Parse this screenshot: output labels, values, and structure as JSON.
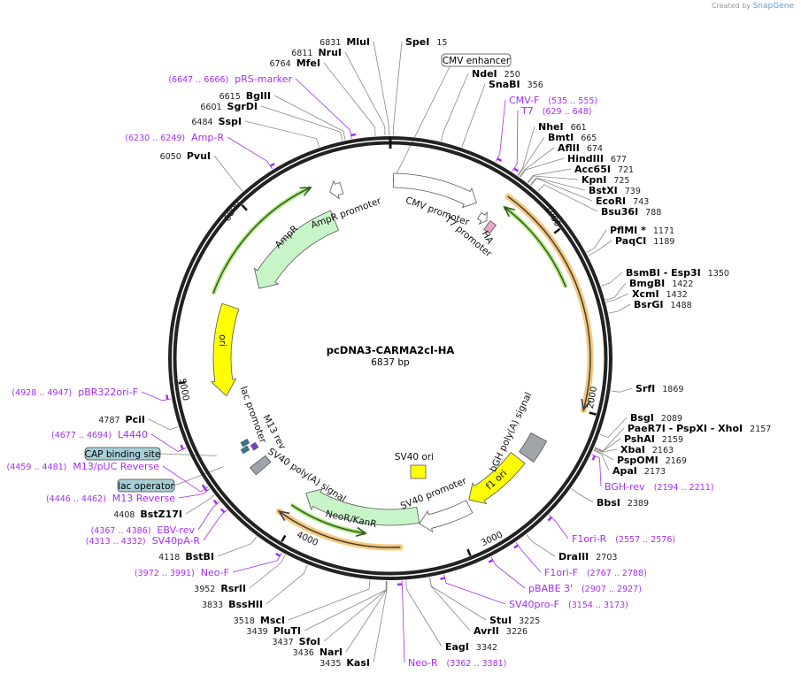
{
  "credit": {
    "prefix": "Created by",
    "brand": "SnapGene"
  },
  "plasmid": {
    "name": "pcDNA3-CARMA2cl-HA",
    "length": "6837 bp",
    "total_bp": 6837
  },
  "ticks": [
    "1000",
    "2000",
    "3000",
    "4000",
    "5000",
    "6000"
  ],
  "enzymes": [
    {
      "name": "MluI",
      "pos": "6831"
    },
    {
      "name": "NruI",
      "pos": "6811"
    },
    {
      "name": "MfeI",
      "pos": "6764"
    },
    {
      "name": "BglII",
      "pos": "6615"
    },
    {
      "name": "SgrDI",
      "pos": "6601"
    },
    {
      "name": "SspI",
      "pos": "6484"
    },
    {
      "name": "PvuI",
      "pos": "6050"
    },
    {
      "name": "PciI",
      "pos": "4787"
    },
    {
      "name": "BstZ17I",
      "pos": "4408"
    },
    {
      "name": "BstBI",
      "pos": "4118"
    },
    {
      "name": "RsrII",
      "pos": "3952"
    },
    {
      "name": "BssHII",
      "pos": "3833"
    },
    {
      "name": "MscI",
      "pos": "3518"
    },
    {
      "name": "PluTI",
      "pos": "3439"
    },
    {
      "name": "SfoI",
      "pos": "3437"
    },
    {
      "name": "NarI",
      "pos": "3436"
    },
    {
      "name": "KasI",
      "pos": "3435"
    },
    {
      "name": "SpeI",
      "pos": "15"
    },
    {
      "name": "NdeI",
      "pos": "250"
    },
    {
      "name": "SnaBI",
      "pos": "356"
    },
    {
      "name": "NheI",
      "pos": "661"
    },
    {
      "name": "BmtI",
      "pos": "665"
    },
    {
      "name": "AflII",
      "pos": "674"
    },
    {
      "name": "HindIII",
      "pos": "677"
    },
    {
      "name": "Acc65I",
      "pos": "721"
    },
    {
      "name": "KpnI",
      "pos": "725"
    },
    {
      "name": "BstXI",
      "pos": "739"
    },
    {
      "name": "EcoRI",
      "pos": "743"
    },
    {
      "name": "Bsu36I",
      "pos": "788"
    },
    {
      "name": "PflMI *",
      "pos": "1171"
    },
    {
      "name": "PaqCI",
      "pos": "1189"
    },
    {
      "name": "BsmBI   - Esp3I",
      "pos": "1350"
    },
    {
      "name": "BmgBI",
      "pos": "1422"
    },
    {
      "name": "XcmI",
      "pos": "1432"
    },
    {
      "name": "BsrGI",
      "pos": "1488"
    },
    {
      "name": "SrfI",
      "pos": "1869"
    },
    {
      "name": "BsgI",
      "pos": "2089"
    },
    {
      "name": "PaeR7I   - PspXI   - XhoI",
      "pos": "2157"
    },
    {
      "name": "PshAI",
      "pos": "2159"
    },
    {
      "name": "XbaI",
      "pos": "2163"
    },
    {
      "name": "PspOMI",
      "pos": "2169"
    },
    {
      "name": "ApaI",
      "pos": "2173"
    },
    {
      "name": "BbsI",
      "pos": "2389"
    },
    {
      "name": "DraIII",
      "pos": "2703"
    },
    {
      "name": "StuI",
      "pos": "3225"
    },
    {
      "name": "AvrII",
      "pos": "3226"
    },
    {
      "name": "EagI",
      "pos": "3342"
    }
  ],
  "primers": [
    {
      "name": "pRS-marker",
      "range": "6647 .. 6666"
    },
    {
      "name": "Amp-R",
      "range": "6230 .. 6249"
    },
    {
      "name": "pBR322ori-F",
      "range": "4928 .. 4947"
    },
    {
      "name": "L4440",
      "range": "4677 .. 4694"
    },
    {
      "name": "M13/pUC Reverse",
      "range": "4459 .. 4481"
    },
    {
      "name": "M13 Reverse",
      "range": "4446 .. 4462"
    },
    {
      "name": "EBV-rev",
      "range": "4367 .. 4386"
    },
    {
      "name": "SV40pA-R",
      "range": "4313 .. 4332"
    },
    {
      "name": "Neo-F",
      "range": "3972 .. 3991"
    },
    {
      "name": "CMV-F",
      "range": "535 .. 555"
    },
    {
      "name": "T7",
      "range": "629 .. 648"
    },
    {
      "name": "BGH-rev",
      "range": "2194 .. 2211"
    },
    {
      "name": "F1ori-R",
      "range": "2557 .. 2576"
    },
    {
      "name": "F1ori-F",
      "range": "2767 .. 2788"
    },
    {
      "name": "pBABE 3'",
      "range": "2907 .. 2927"
    },
    {
      "name": "SV40pro-F",
      "range": "3154 .. 3173"
    },
    {
      "name": "Neo-R",
      "range": "3362 .. 3381"
    }
  ],
  "boxed_features": [
    {
      "name": "CMV enhancer"
    },
    {
      "name": "CAP binding site"
    },
    {
      "name": "lac operator"
    }
  ],
  "features": {
    "cmv_promoter": "CMV promoter",
    "t7_promoter": "T7 promoter",
    "ha": "HA",
    "ampr_promoter": "AmpR promoter",
    "ampr": "AmpR",
    "ori": "ori",
    "lac_promoter": "lac promoter",
    "m13_rev": "M13 rev",
    "sv40_polya": "SV40 poly(A) signal",
    "neor": "NeoR/KanR",
    "sv40_promoter": "SV40 promoter",
    "sv40_ori": "SV40 ori",
    "f1_ori": "f1 ori",
    "bgh_polya": "bGH poly(A) signal"
  },
  "colors": {
    "enzyme": "#000000",
    "primer": "#a52ef2",
    "orf": "#f5b041",
    "resistance": "#c8f5c8",
    "origin": "#ffff00",
    "box": "#a6cfd8",
    "misc": "#a0a4a8"
  }
}
